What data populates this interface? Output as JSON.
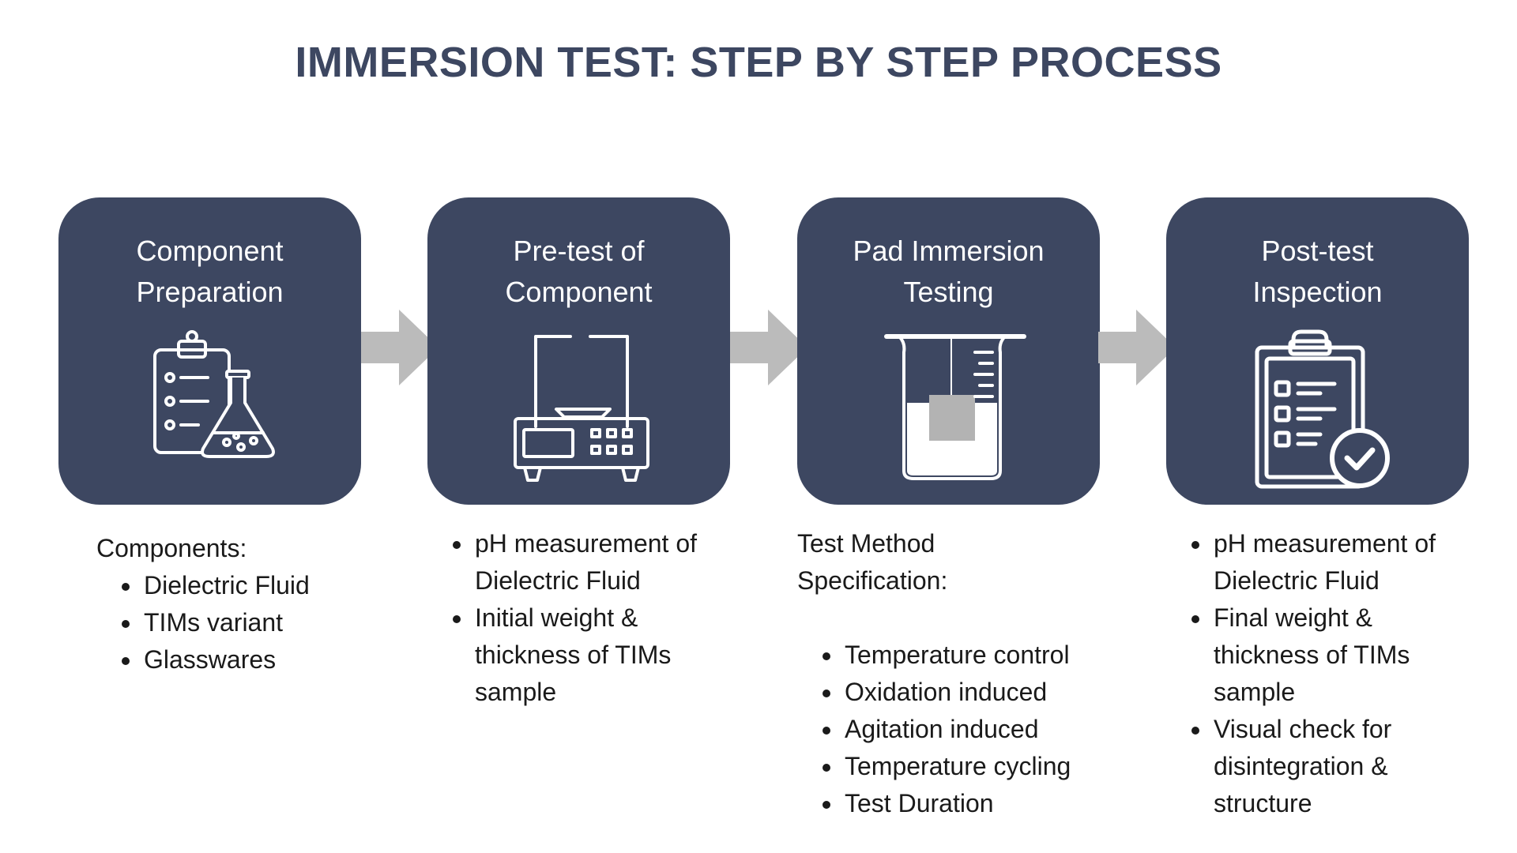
{
  "title": "IMMERSION TEST: STEP BY STEP PROCESS",
  "colors": {
    "card": "#3d4761",
    "title": "#3d4761",
    "arrow": "#bbbbbb",
    "icon_fill": "#b3b3b3"
  },
  "steps": [
    {
      "title_line1": "Component",
      "title_line2": "Preparation",
      "icon": "clipboard-flask-icon"
    },
    {
      "title_line1": "Pre-test of",
      "title_line2": "Component",
      "icon": "weighing-scale-icon"
    },
    {
      "title_line1": "Pad Immersion",
      "title_line2": "Testing",
      "icon": "beaker-sample-icon"
    },
    {
      "title_line1": "Post-test",
      "title_line2": "Inspection",
      "icon": "checklist-approved-icon"
    }
  ],
  "details": {
    "step1": {
      "heading": "Components:",
      "items": [
        "Dielectric Fluid",
        "TIMs variant",
        "Glasswares"
      ]
    },
    "step2": {
      "items": [
        "pH measurement of Dielectric Fluid",
        "Initial weight & thickness of TIMs sample"
      ]
    },
    "step3": {
      "heading_line1": "Test Method",
      "heading_line2": "Specification:",
      "items": [
        "Temperature control",
        "Oxidation induced",
        "Agitation induced",
        "Temperature cycling",
        "Test Duration"
      ]
    },
    "step4": {
      "items": [
        "pH measurement of Dielectric Fluid",
        "Final weight & thickness of TIMs sample",
        "Visual check for disintegration & structure"
      ]
    }
  }
}
